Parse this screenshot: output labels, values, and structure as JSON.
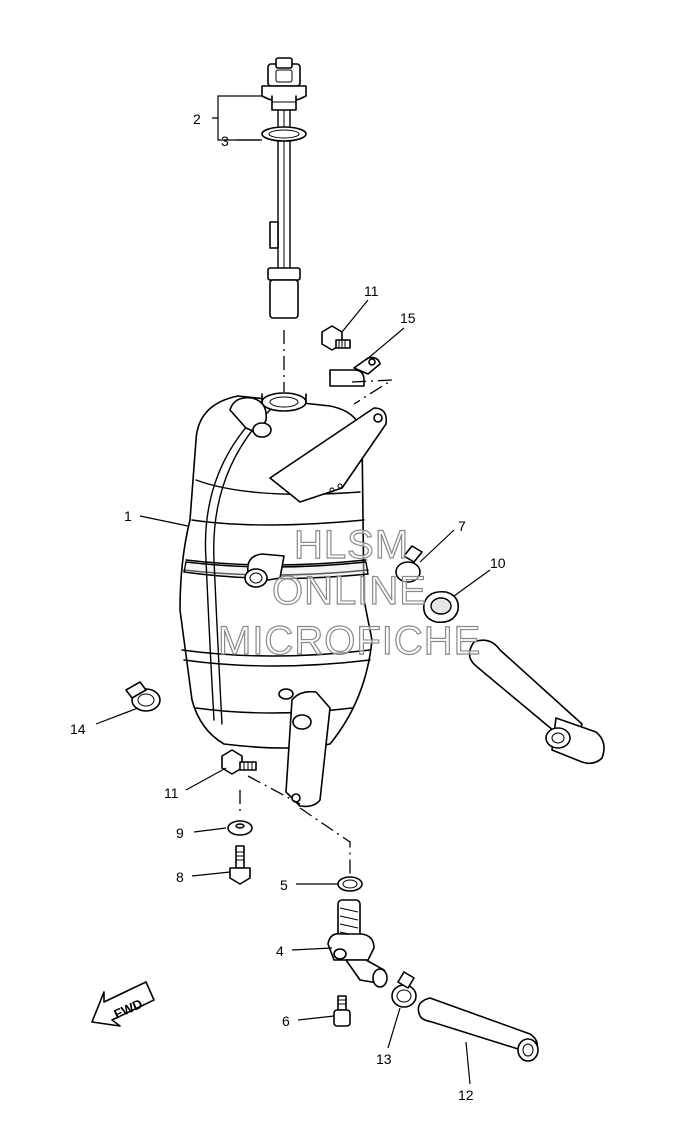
{
  "callouts": {
    "c1": "1",
    "c2": "2",
    "c3": "3",
    "c4": "4",
    "c5": "5",
    "c6": "6",
    "c7": "7",
    "c8": "8",
    "c9": "9",
    "c10": "10",
    "c11_top": "11",
    "c11_bottom": "11",
    "c12": "12",
    "c13": "13",
    "c14": "14",
    "c15": "15"
  },
  "watermark": {
    "line1": "HLSM",
    "line2": "ONLINE",
    "line3": "MICROFICHE"
  },
  "direction_arrow": {
    "label": "FWD",
    "icon": "forward-arrow-icon"
  },
  "colors": {
    "ink": "#000000",
    "paper": "#ffffff",
    "watermark_outline": "#8a8a8a"
  }
}
